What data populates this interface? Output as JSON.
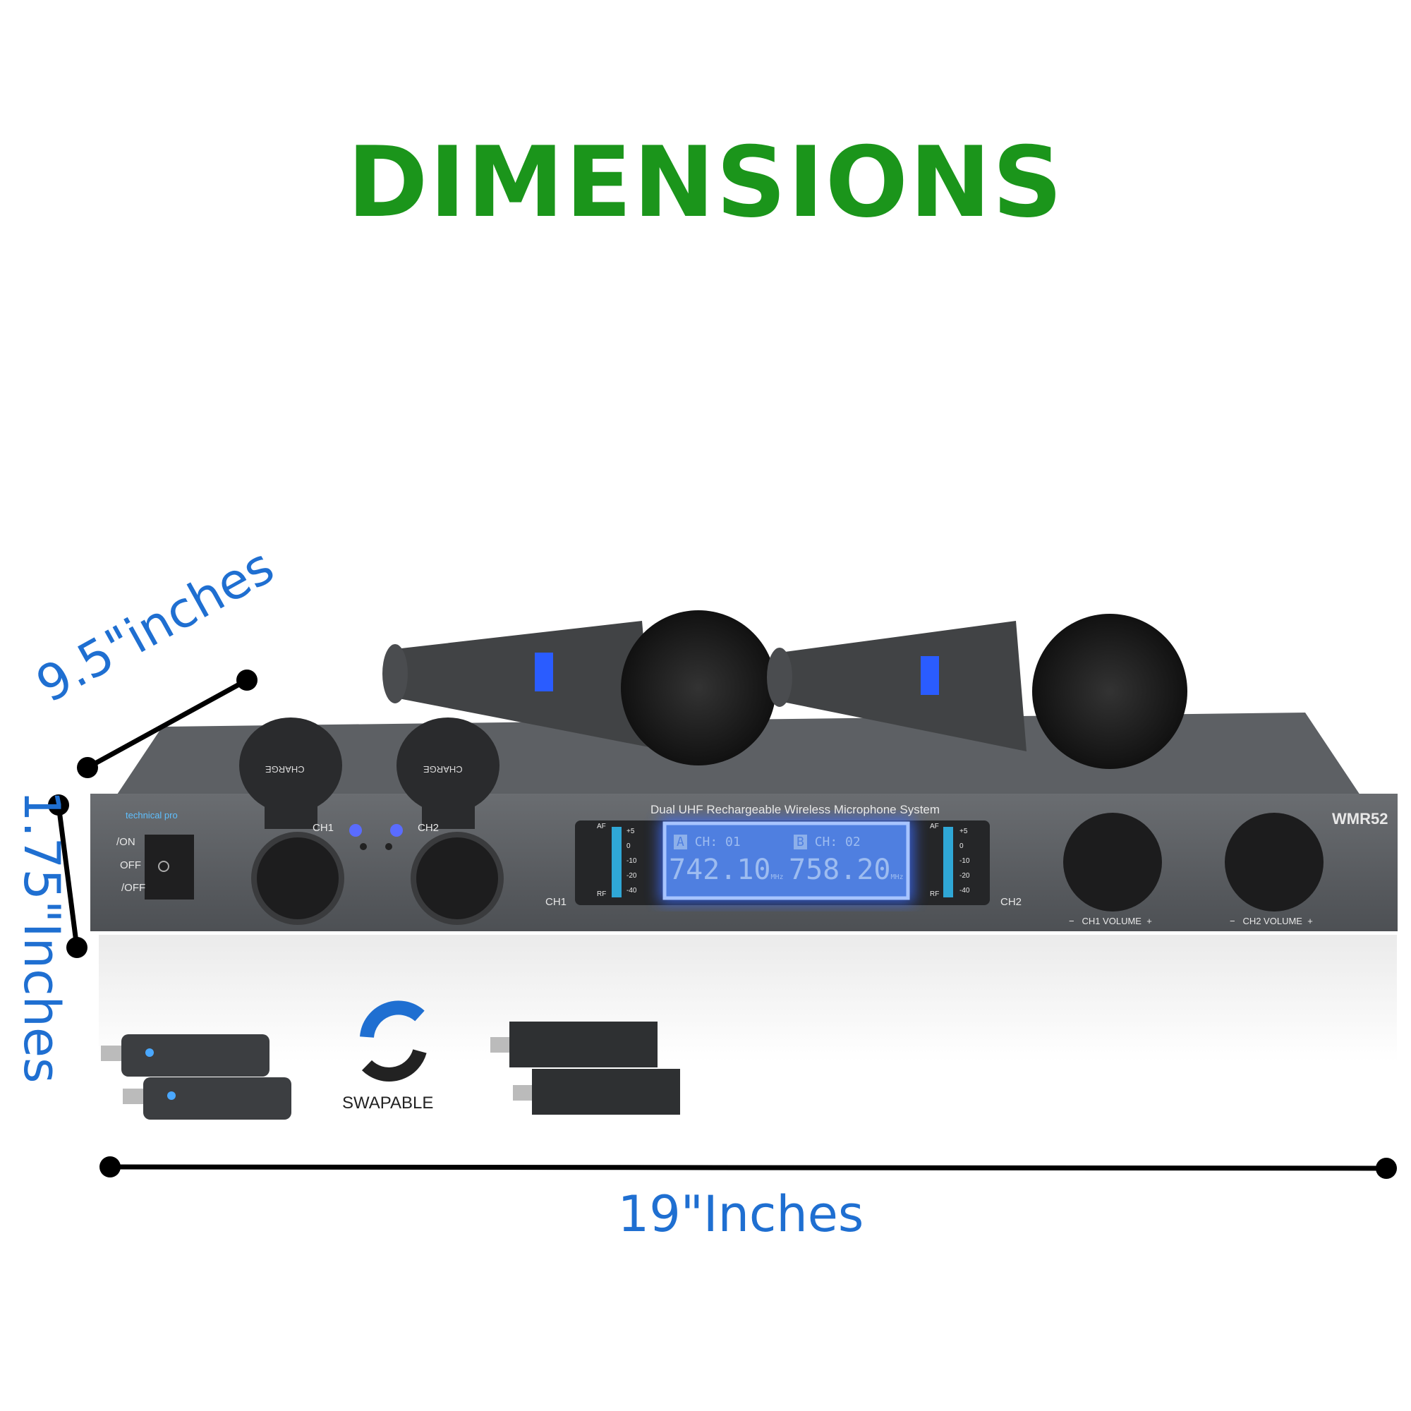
{
  "title": "DIMENSIONS",
  "dimensions": {
    "depth": "9.5\"inches",
    "height": "1.75\"Inches",
    "width": "19\"Inches"
  },
  "receiver": {
    "brand": "technical pro",
    "model": "WMR52",
    "system_name": "Dual UHF Rechargeable Wireless Microphone System",
    "switch_labels": [
      "/ON",
      "OFF",
      "/OFF"
    ],
    "charge_label": "CHARGE",
    "ch1": "CH1",
    "ch2": "CH2",
    "meter_labels": [
      "AF",
      "+5",
      "0",
      "-10",
      "-20",
      "-40",
      "RF"
    ],
    "display": {
      "a_tag": "A",
      "a_channel": "CH: 01",
      "a_freq": "742.10",
      "b_tag": "B",
      "b_channel": "CH: 02",
      "b_freq": "758.20",
      "unit": "MHz"
    },
    "knob1": "CH1 VOLUME",
    "knob2": "CH2 VOLUME",
    "minus": "−",
    "plus": "+"
  },
  "swap_label": "SWAPABLE",
  "colors": {
    "title": "#1b951b",
    "dimension": "#1f6fd1",
    "display_glow": "#3a6cff",
    "body": "#55585c"
  }
}
